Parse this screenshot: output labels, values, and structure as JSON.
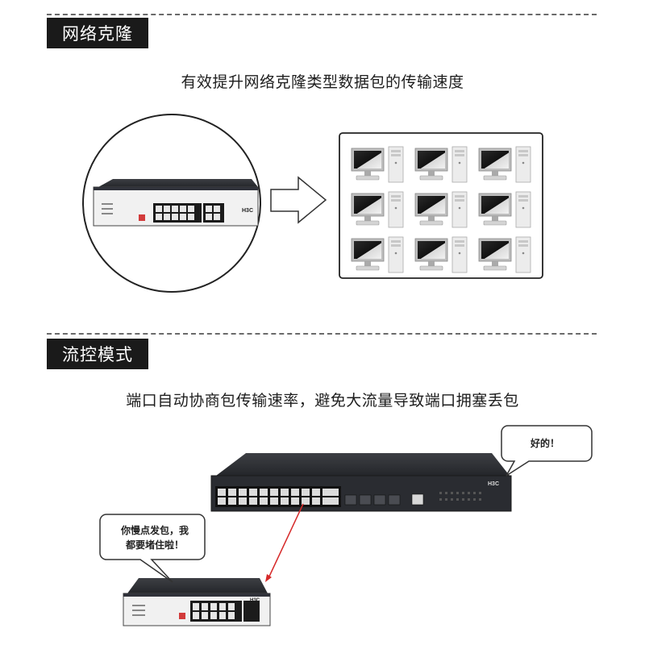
{
  "section1": {
    "tag": "网络克隆",
    "subtitle": "有效提升网络克隆类型数据包的传输速度"
  },
  "section2": {
    "tag": "流控模式",
    "subtitle": "端口自动协商包传输速率，避免大流量导致端口拥塞丢包"
  },
  "bubbles": {
    "big_switch": "好的！",
    "small_switch_line1": "你慢点发包，我",
    "small_switch_line2": "都要堵住啦！"
  },
  "brand": "H3C"
}
